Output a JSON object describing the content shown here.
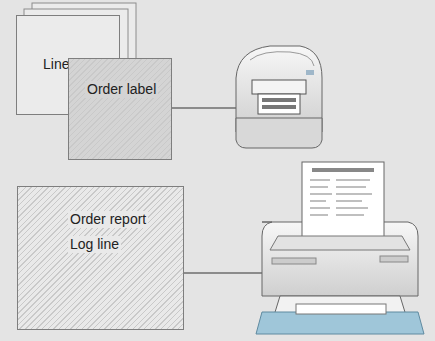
{
  "diagram": {
    "nodes": [
      {
        "text": [
          "Line label"
        ]
      },
      {
        "text": [
          "Order label"
        ]
      },
      {
        "text": [
          "Order report",
          "Log line"
        ]
      }
    ]
  }
}
